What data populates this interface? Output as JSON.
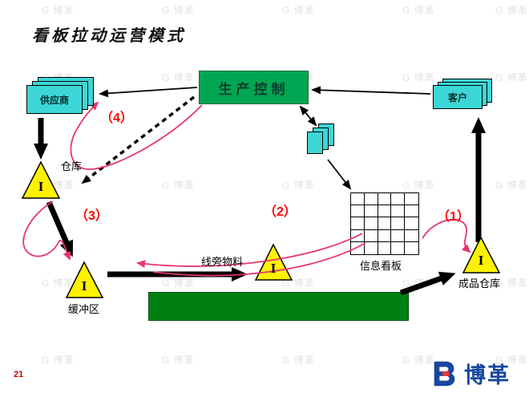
{
  "slide": {
    "title": "看板拉动运营模式",
    "page_number": "21"
  },
  "watermark": {
    "prefix": "G",
    "text": "博革"
  },
  "brand_logo": {
    "text": "博革"
  },
  "diagram": {
    "production_control": {
      "label": "生产控制"
    },
    "supplier": {
      "label": "供应商"
    },
    "customer": {
      "label": "客户"
    },
    "warehouse": {
      "label": "仓库",
      "symbol": "I"
    },
    "buffer": {
      "label": "缓冲区",
      "symbol": "I"
    },
    "line_side": {
      "label": "线旁物料",
      "symbol": "I"
    },
    "finished_goods": {
      "label": "成品仓库",
      "symbol": "I"
    },
    "info_board": {
      "label": "信息看板",
      "rows": 5,
      "cols": 5
    },
    "steps": {
      "s1": "（1）",
      "s2": "（2）",
      "s3": "（3）",
      "s4": "（4）"
    }
  },
  "colors": {
    "box_green": "#00a651",
    "bar_green": "#008013",
    "card_cyan": "#3dd6d6",
    "triangle_yellow": "#fff200",
    "step_red": "#ff0000",
    "arrow_black": "#000000",
    "curve_red": "#e8356f"
  }
}
